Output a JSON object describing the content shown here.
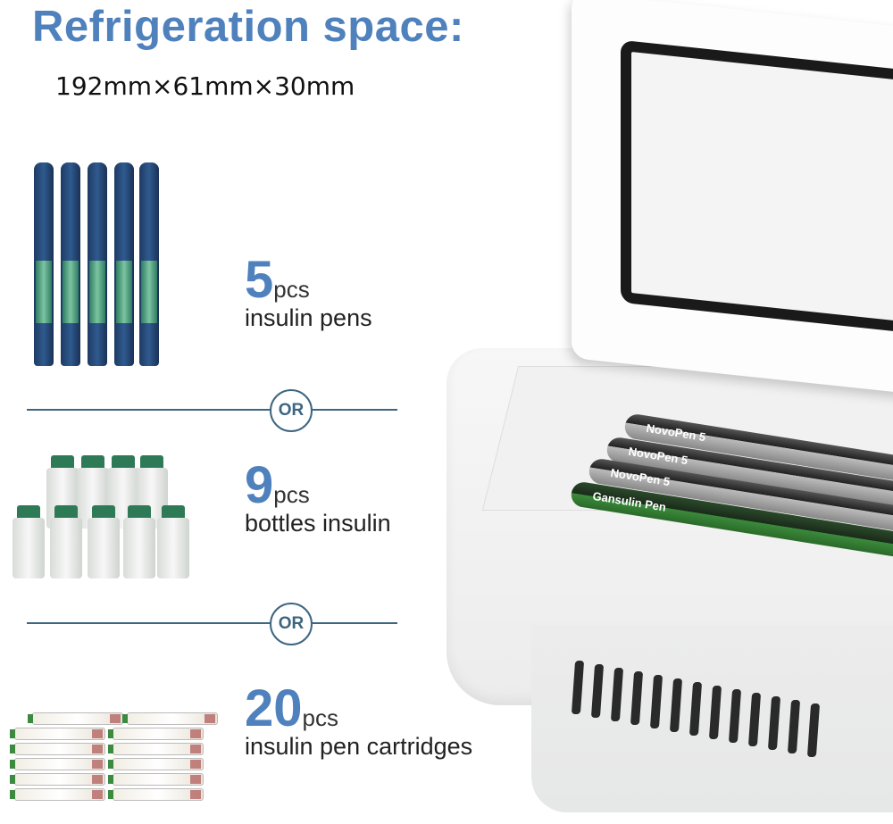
{
  "header": {
    "title": "Refrigeration space:",
    "dimensions": "192mm×61mm×30mm"
  },
  "capacities": [
    {
      "count": "5",
      "unit": "pcs",
      "description": "insulin pens"
    },
    {
      "count": "9",
      "unit": "pcs",
      "description": "bottles insulin"
    },
    {
      "count": "20",
      "unit": "pcs",
      "description": "insulin pen cartridges"
    }
  ],
  "separator_label": "OR",
  "product": {
    "pen_labels": [
      "NovoPen 5",
      "NovoPen 5",
      "NovoPen 5",
      "Gansulin Pen"
    ]
  },
  "colors": {
    "accent": "#4f81bd",
    "divider": "#3e6680"
  }
}
